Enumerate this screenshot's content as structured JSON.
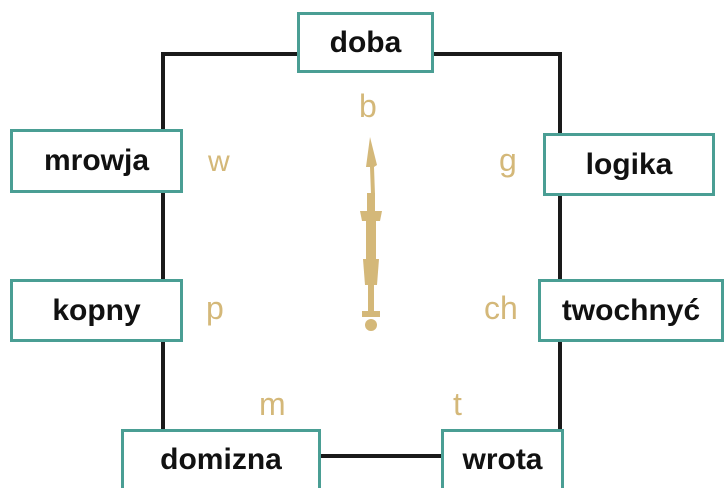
{
  "words": {
    "top": "doba",
    "left_upper": "mrowja",
    "right_upper": "logika",
    "left_lower": "kopny",
    "right_lower": "twochnyć",
    "bottom_left": "domizna",
    "bottom_right": "wrota"
  },
  "letters": {
    "top": "b",
    "left_upper": "w",
    "right_upper": "g",
    "left_lower": "p",
    "right_lower": "ch",
    "bottom_left": "m",
    "bottom_right": "t"
  },
  "colors": {
    "box_border": "#4a9e94",
    "letter": "#d4b879",
    "frame": "#1a1a1a",
    "sword": "#d4b879"
  },
  "icons": [
    "sword-icon"
  ]
}
